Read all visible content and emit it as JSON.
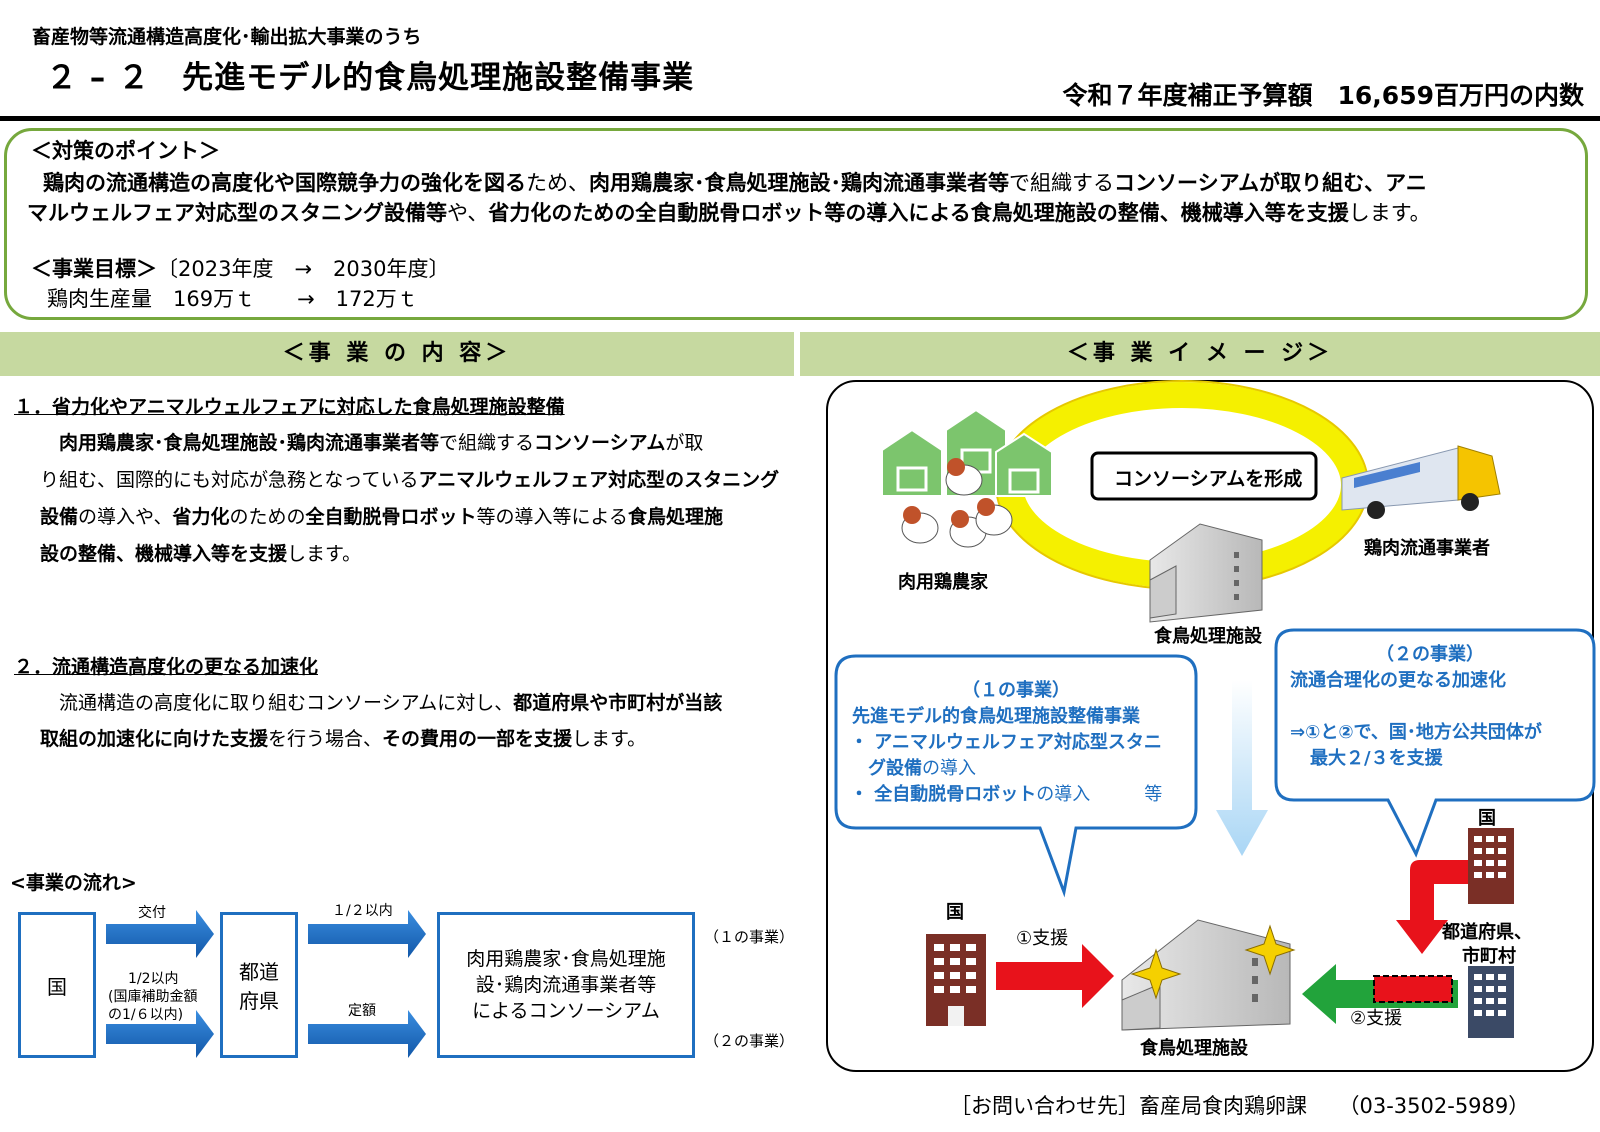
{
  "header": {
    "subtitle": "畜産物等流通構造高度化･輸出拡大事業のうち",
    "title": "２ – ２　先進モデル的食鳥処理施設整備事業",
    "budget": "令和７年度補正予算額　16,659百万円の内数"
  },
  "points": {
    "heading": "＜対策のポイント＞",
    "line1": [
      {
        "t": "鶏肉の流通構造の高度化や国際競争力の強化を図る",
        "b": true
      },
      {
        "t": "ため、",
        "b": false
      },
      {
        "t": "肉用鶏農家･食鳥処理施設･鶏肉流通事業者等",
        "b": true
      },
      {
        "t": "で組織する",
        "b": false
      },
      {
        "t": "コンソーシアムが取り組む、アニ",
        "b": true
      }
    ],
    "line2": [
      {
        "t": "マルウェルフェア対応型のスタニング設備等",
        "b": true
      },
      {
        "t": "や、",
        "b": false
      },
      {
        "t": "省力化のための全自動脱骨ロボット等の導入による食鳥処理施設の整備、機械導入等を支援",
        "b": true
      },
      {
        "t": "します。",
        "b": false
      }
    ],
    "target_heading": "＜事業目標＞",
    "target_period": "〔2023年度　→　2030年度〕",
    "target_value": "鶏肉生産量　169万ｔ　　→　172万ｔ"
  },
  "left": {
    "column_heading": "＜事 業 の 内 容＞",
    "sec1_title": "１．省力化やアニマルウェルフェアに対応した食鳥処理施設整備",
    "sec1_lines": [
      [
        {
          "t": "　肉用鶏農家･食鳥処理施設･鶏肉流通事業者等",
          "b": true
        },
        {
          "t": "で組織する",
          "b": false
        },
        {
          "t": "コンソーシアム",
          "b": true
        },
        {
          "t": "が取",
          "b": false
        }
      ],
      [
        {
          "t": "り組む、国際的にも対応が急務となっている",
          "b": false
        },
        {
          "t": "アニマルウェルフェア対応型のスタニング",
          "b": true
        }
      ],
      [
        {
          "t": "設備",
          "b": true
        },
        {
          "t": "の導入や、",
          "b": false
        },
        {
          "t": "省力化",
          "b": true
        },
        {
          "t": "のための",
          "b": false
        },
        {
          "t": "全自動脱骨ロボット",
          "b": true
        },
        {
          "t": "等の導入等による",
          "b": false
        },
        {
          "t": "食鳥処理施",
          "b": true
        }
      ],
      [
        {
          "t": "設の整備、機械導入等を支援",
          "b": true
        },
        {
          "t": "します。",
          "b": false
        }
      ]
    ],
    "sec2_title": "２．流通構造高度化の更なる加速化",
    "sec2_lines": [
      [
        {
          "t": "　流通構造の高度化に取り組むコンソーシアムに対し、",
          "b": false
        },
        {
          "t": "都道府県や市町村が当該",
          "b": true
        }
      ],
      [
        {
          "t": "取組の加速化に向けた支援",
          "b": true
        },
        {
          "t": "を行う場合、",
          "b": false
        },
        {
          "t": "その費用の一部を支援",
          "b": true
        },
        {
          "t": "します。",
          "b": false
        }
      ]
    ],
    "flow": {
      "heading": "<事業の流れ>",
      "kuni": "国",
      "kofu": "交付",
      "upper_left_note": "1/2以内",
      "lower_left_note1": "(国庫補助金額",
      "lower_left_note2": "の1/６以内)",
      "pref1": "都道",
      "pref2": "府県",
      "upper_right_note": "１/２以内",
      "lower_right_note": "定額",
      "target1": "肉用鶏農家･食鳥処理施",
      "target2": "設･鶏肉流通事業者等",
      "target3": "によるコンソーシアム",
      "jigyo1": "（１の事業）",
      "jigyo2": "（２の事業）"
    }
  },
  "right": {
    "column_heading": "＜事 業 イ メ ー ジ＞",
    "consortium_label": "コンソーシアムを形成",
    "farmer_label": "肉用鶏農家",
    "distributor_label": "鶏肉流通事業者",
    "plant_label_top": "食鳥処理施設",
    "bubble1": {
      "l1": "（１の事業）",
      "l2": "先進モデル的食鳥処理施設整備事業",
      "l3a": "・ アニマルウェルフェア対応型スタニ",
      "l4a": "グ設備",
      "l4b": "の導入",
      "l5a": "・ 全自動脱骨ロボット",
      "l5b": "の導入　　　等"
    },
    "bubble2": {
      "l1": "（２の事業）",
      "l2": "流通合理化の更なる加速化",
      "l3": "⇒①と②で、国･地方公共団体が",
      "l4": "最大２/３を支援"
    },
    "kuni_right": "国",
    "pref_label1": "都道府県、",
    "pref_label2": "市町村",
    "kuni_left": "国",
    "support1": "①支援",
    "support2": "②支援",
    "plant_label_bottom": "食鳥処理施設"
  },
  "footer": "［お問い合わせ先］畜産局食肉鶏卵課　　（03-3502-5989）"
}
